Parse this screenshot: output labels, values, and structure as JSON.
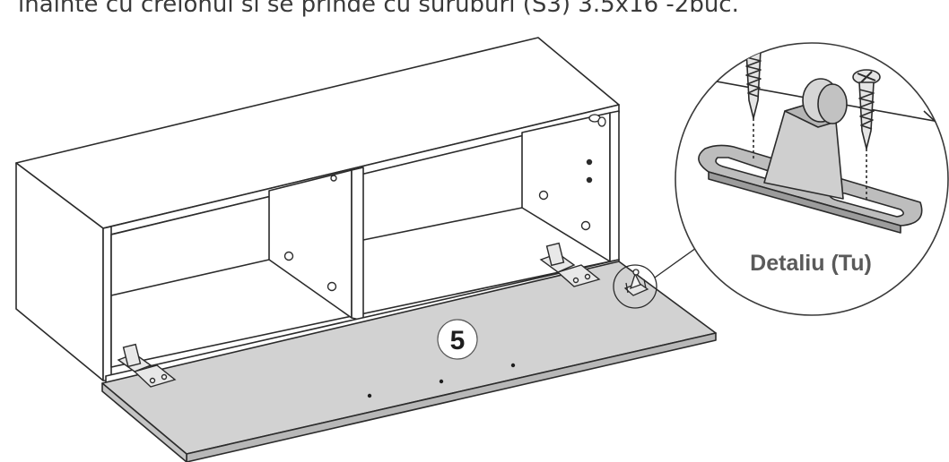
{
  "instruction": {
    "text": "inainte cu creionul si se prinde cu suruburi (S3) 3.5x16 -2buc."
  },
  "step": {
    "number": "5"
  },
  "detail": {
    "label": "Detaliu (Tu)"
  },
  "colors": {
    "line": "#2b2b2b",
    "panel_fill": "#ffffff",
    "door_fill": "#d2d2d2",
    "detail_fill": "#bdbdbd"
  }
}
